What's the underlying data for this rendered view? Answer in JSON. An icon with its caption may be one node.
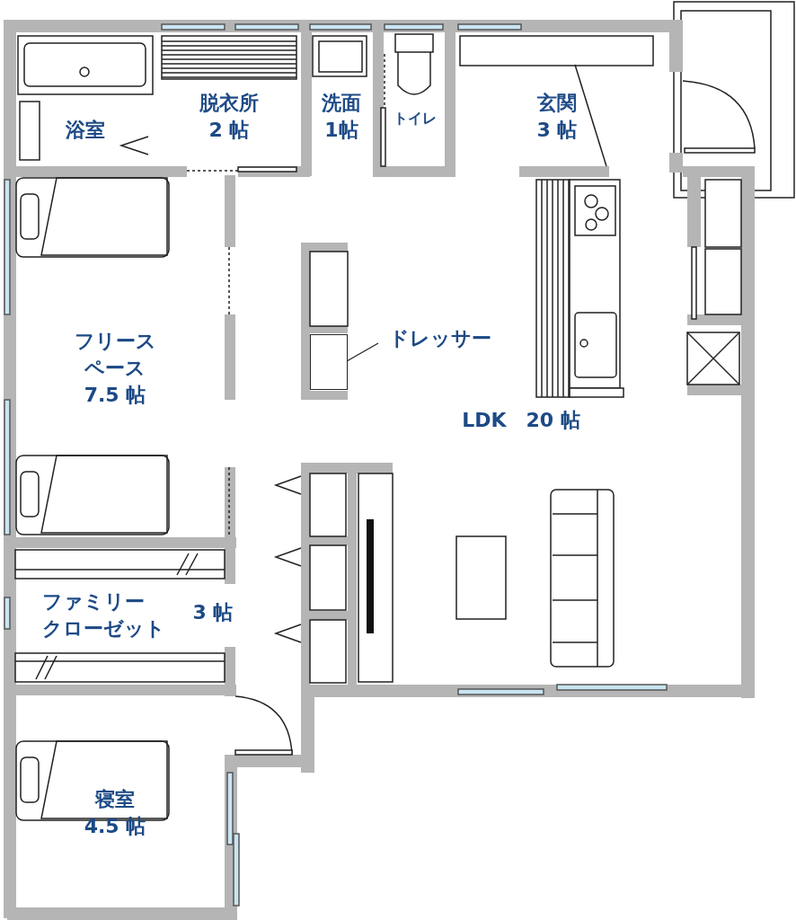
{
  "diagram": {
    "nodes": [
      {
        "text": [
          "ドレッサー"
        ]
      },
      {
        "text": [],
        "shape": "box"
      }
    ],
    "edges": [
      {
        "from": 0,
        "to": 1,
        "arrow": "none"
      }
    ],
    "labels": [
      "浴室",
      "脱衣所2 帖",
      "洗面1帖",
      "トイレ",
      "玄関3 帖",
      "フリースペース7.5 帖",
      "LDK　20 帖",
      "ファミリークローゼット",
      "3 帖",
      "寝室4.5 帖"
    ]
  }
}
